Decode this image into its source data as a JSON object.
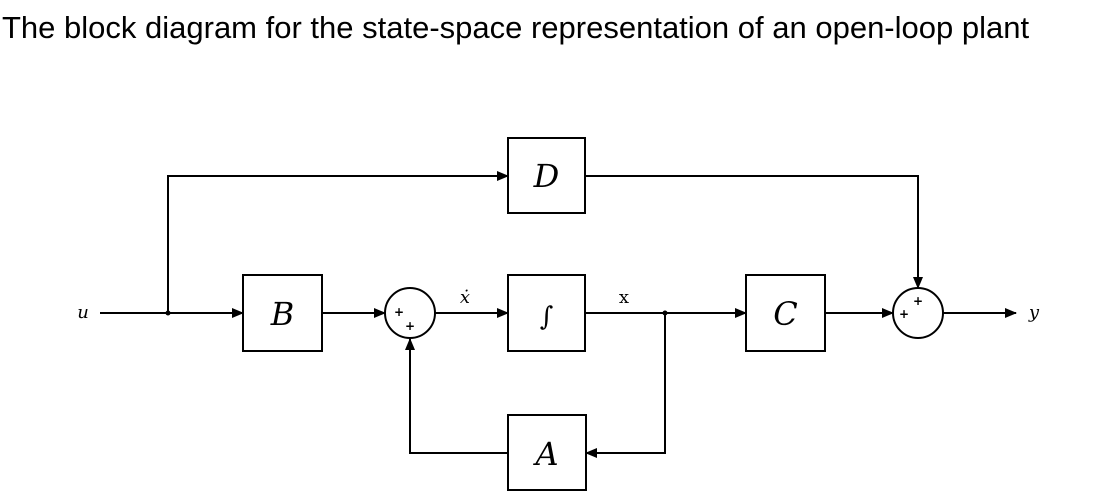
{
  "title": "The block diagram for the state-space representation of an open-loop plant",
  "blocks": {
    "D": "D",
    "B": "B",
    "integrator": "∫",
    "C": "C",
    "A": "A"
  },
  "signals": {
    "input": "u",
    "state_derivative": "ẋ",
    "state": "x",
    "output": "y"
  },
  "summing_junctions": {
    "sum1": {
      "top_left_sign": "+",
      "bottom_sign": "+"
    },
    "sum2": {
      "top_sign": "+",
      "left_sign": "+"
    }
  }
}
